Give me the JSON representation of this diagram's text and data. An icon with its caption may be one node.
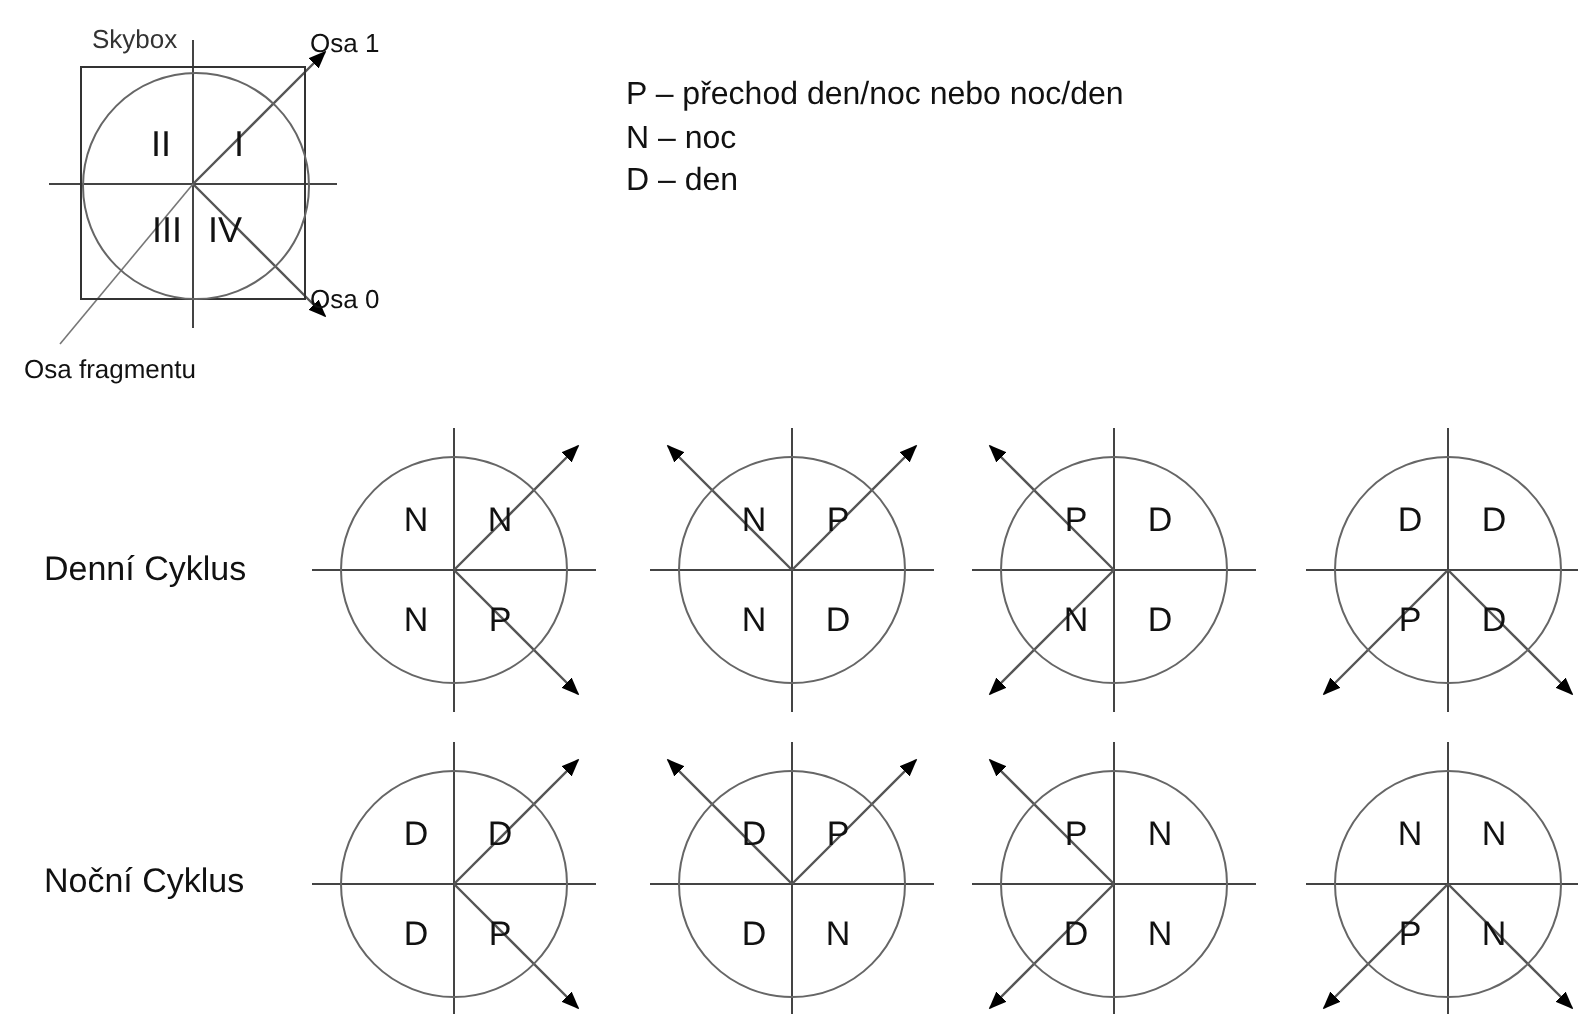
{
  "diagram": {
    "nodes": [
      {
        "text": [
          "Skybox"
        ]
      },
      {
        "text": [
          "II",
          "I",
          "III",
          "IV"
        ],
        "in": 0
      },
      {
        "text": [
          "N",
          "N",
          "N",
          "P"
        ]
      },
      {
        "text": [
          "N",
          "P",
          "N",
          "D"
        ]
      },
      {
        "text": [
          "P",
          "D",
          "N",
          "D"
        ]
      },
      {
        "text": [
          "D",
          "D",
          "P",
          "D"
        ]
      },
      {
        "text": [
          "D",
          "D",
          "D",
          "P"
        ]
      },
      {
        "text": [
          "D",
          "P",
          "D",
          "N"
        ]
      },
      {
        "text": [
          "P",
          "N",
          "D",
          "N"
        ]
      },
      {
        "text": [
          "N",
          "N",
          "P",
          "N"
        ]
      }
    ],
    "labels": [
      "Osa 1",
      "P – přechod den/noc nebo noc/den",
      "N – noc",
      "D – den",
      "Osa 0",
      "Osa fragmentu",
      "Denní Cyklus",
      "Noční Cyklus"
    ]
  }
}
